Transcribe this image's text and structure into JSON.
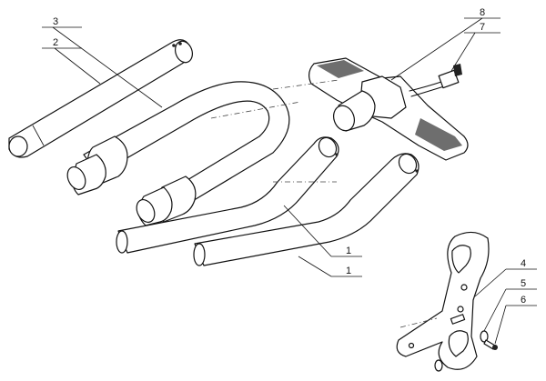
{
  "diagram": {
    "callouts": [
      {
        "id": "label-3",
        "text": "3"
      },
      {
        "id": "label-2",
        "text": "2"
      },
      {
        "id": "label-8",
        "text": "8"
      },
      {
        "id": "label-7",
        "text": "7"
      },
      {
        "id": "label-1a",
        "text": "1"
      },
      {
        "id": "label-1b",
        "text": "1"
      },
      {
        "id": "label-4",
        "text": "4"
      },
      {
        "id": "label-5",
        "text": "5"
      },
      {
        "id": "label-6",
        "text": "6"
      }
    ]
  }
}
